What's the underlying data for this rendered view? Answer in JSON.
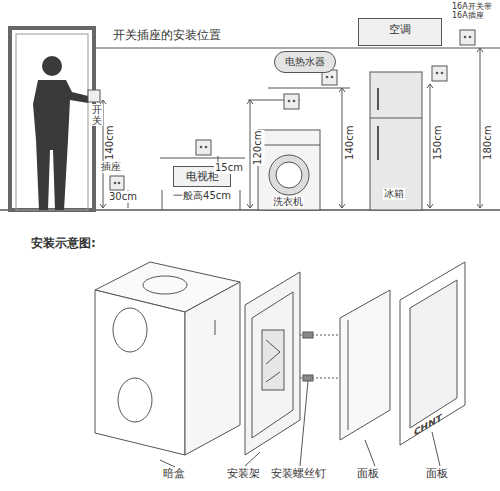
{
  "diagram": {
    "title": "开关插座的安装位置",
    "nodes": [
      {
        "text": [
          "电视柜",
          "一般高45cm"
        ]
      },
      {
        "text": [
          "电热水器"
        ]
      },
      {
        "text": [
          "空调"
        ]
      }
    ],
    "labels": [
      "开关",
      "140cm",
      "插座",
      "30cm",
      "15cm",
      "120cm",
      "洗衣机",
      "140cm",
      "冰箱",
      "150cm",
      "180cm",
      "16A开关带16A插座",
      "安装示意图:",
      "暗盒",
      "安装架",
      "安装螺丝钉",
      "面板",
      "面板",
      "CHNT"
    ]
  }
}
